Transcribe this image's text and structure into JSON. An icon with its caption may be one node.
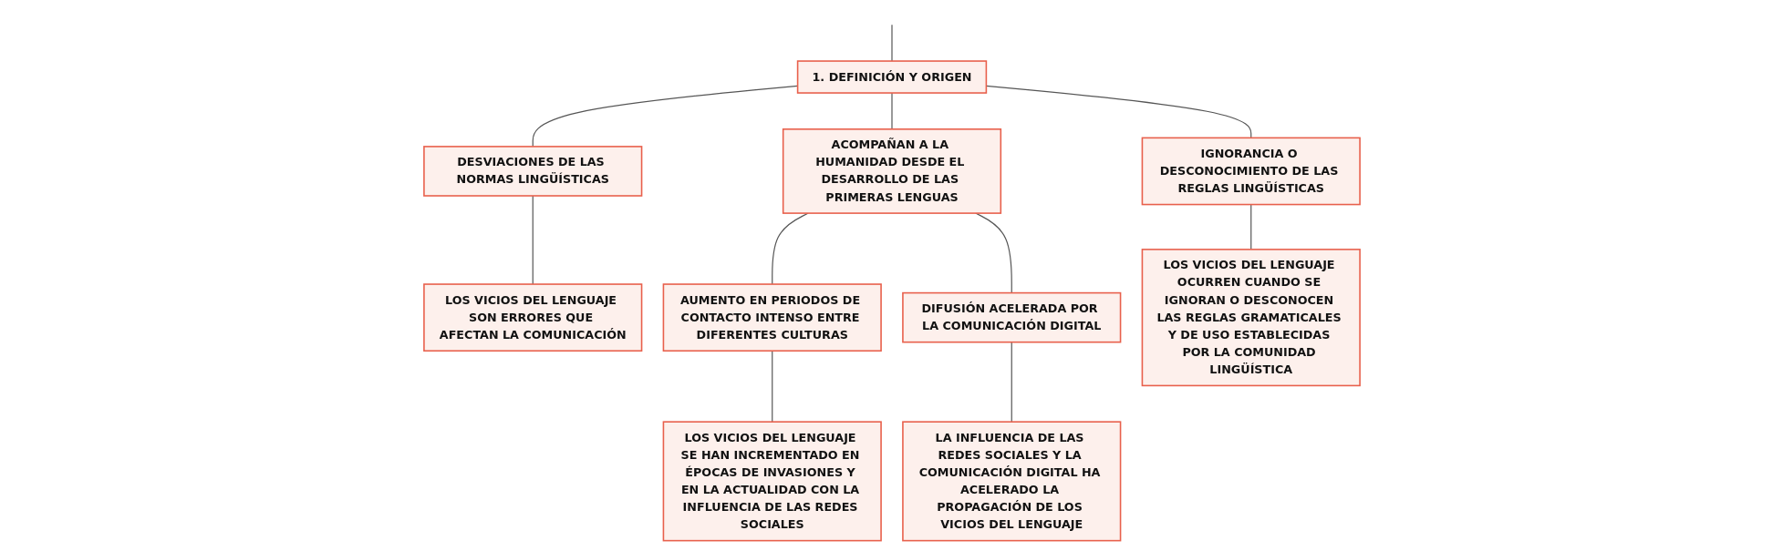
{
  "diagram": {
    "nodes": [
      {
        "text": [
          "1. DEFINICIÓN Y ORIGEN"
        ]
      },
      {
        "text": [
          "DESVIACIONES DE LAS NORMAS LINGÜÍSTICAS"
        ]
      },
      {
        "text": [
          "ACOMPAÑAN A LA HUMANIDAD DESDE EL DESARROLLO DE LAS PRIMERAS LENGUAS"
        ]
      },
      {
        "text": [
          "IGNORANCIA O DESCONOCIMIENTO DE LAS REGLAS LINGÜÍSTICAS"
        ]
      },
      {
        "text": [
          "LOS VICIOS DEL LENGUAJE SON ERRORES QUE AFECTAN LA COMUNICACIÓN"
        ]
      },
      {
        "text": [
          "AUMENTO EN PERIODOS DE CONTACTO INTENSO ENTRE DIFERENTES CULTURAS"
        ]
      },
      {
        "text": [
          "DIFUSIÓN ACELERADA POR LA COMUNICACIÓN DIGITAL"
        ]
      },
      {
        "text": [
          "LOS VICIOS DEL LENGUAJE SE HAN INCREMENTADO EN ÉPOCAS DE INVASIONES Y EN LA ACTUALIDAD CON LA INFLUENCIA DE LAS REDES SOCIALES"
        ]
      },
      {
        "text": [
          "LA INFLUENCIA DE LAS REDES SOCIALES Y LA COMUNICACIÓN DIGITAL HA ACELERADO LA PROPAGACIÓN DE LOS VICIOS DEL LENGUAJE"
        ]
      },
      {
        "text": [
          "LOS VICIOS DEL LENGUAJE OCURREN CUANDO SE IGNORAN O DESCONOCEN LAS REGLAS GRAMATICALES Y DE USO ESTABLECIDAS POR LA COMUNIDAD LINGÜÍSTICA"
        ]
      }
    ],
    "edges": [
      {
        "from": null,
        "to": 0,
        "arrow": "none"
      },
      {
        "from": 0,
        "to": 1,
        "arrow": "none"
      },
      {
        "from": 0,
        "to": 2,
        "arrow": "none"
      },
      {
        "from": 0,
        "to": 3,
        "arrow": "none"
      },
      {
        "from": 1,
        "to": 4,
        "arrow": "none"
      },
      {
        "from": 2,
        "to": 5,
        "arrow": "none"
      },
      {
        "from": 2,
        "to": 6,
        "arrow": "none"
      },
      {
        "from": 5,
        "to": 7,
        "arrow": "none"
      },
      {
        "from": 6,
        "to": 8,
        "arrow": "none"
      },
      {
        "from": 3,
        "to": 9,
        "arrow": "none"
      }
    ]
  }
}
